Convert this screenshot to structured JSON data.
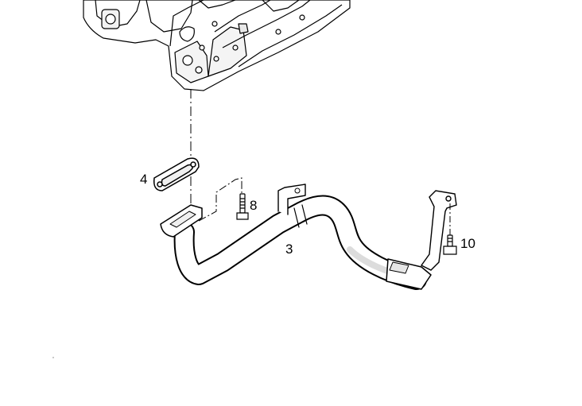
{
  "diagram": {
    "callouts": {
      "part_4": "4",
      "part_8": "8",
      "part_3": "3",
      "part_10": "10"
    },
    "colors": {
      "line": "#000000",
      "fill": "#ffffff",
      "shade": "#dcdcdc"
    }
  }
}
